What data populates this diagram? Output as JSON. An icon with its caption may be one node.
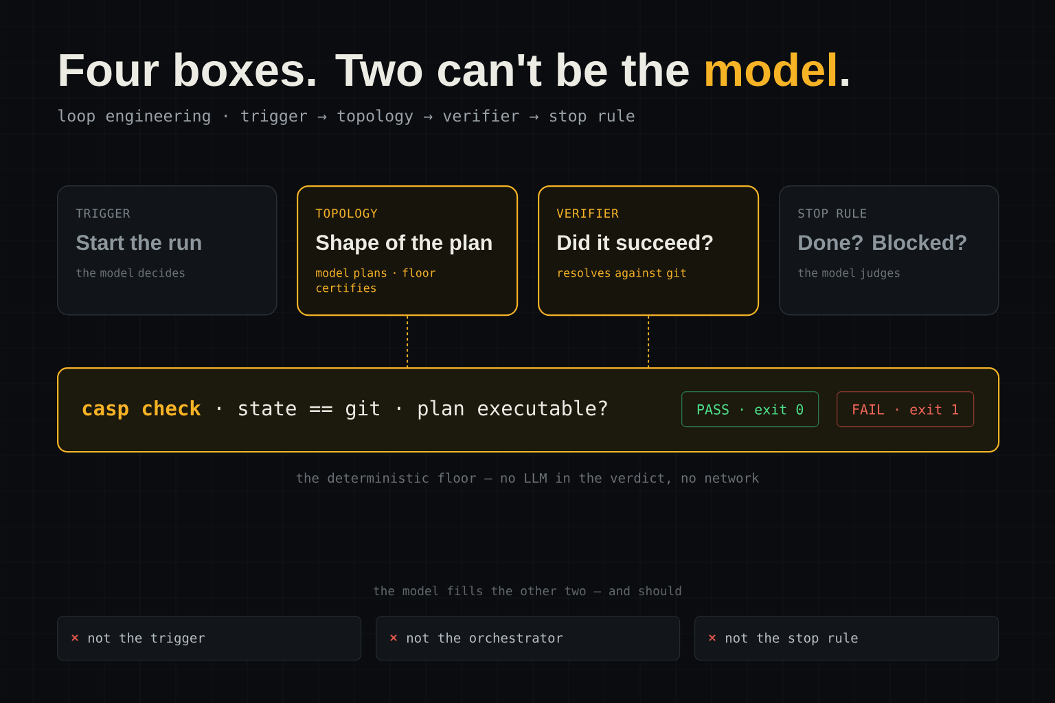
{
  "diagram": {
    "title": "Four boxes. Two can't be the **model**.",
    "nodes": [
      {
        "text": [
          "TRIGGER",
          "Start the run",
          "the model decides"
        ]
      },
      {
        "text": [
          "TOPOLOGY",
          "Shape of the plan",
          "model plans · floor certifies"
        ]
      },
      {
        "text": [
          "VERIFIER",
          "Did it succeed?",
          "resolves against git"
        ]
      },
      {
        "text": [
          "STOP RULE",
          "Done? Blocked?",
          "the model judges"
        ]
      },
      {
        "text": [
          "**casp check** · state == git · plan executable?"
        ],
        "beside": [
          "the deterministic floor — no LLM in the verdict, no network"
        ]
      },
      {
        "text": [
          "PASS · exit 0"
        ],
        "in": 4
      },
      {
        "text": [
          "FAIL · exit 1"
        ],
        "in": 4
      },
      {
        "text": [
          "not the trigger"
        ]
      },
      {
        "text": [
          "not the orchestrator"
        ]
      },
      {
        "text": [
          "not the stop rule"
        ]
      }
    ],
    "edges": [
      {
        "from": 1,
        "to": 4,
        "arrow": "none",
        "style": "dashed"
      },
      {
        "from": 2,
        "to": 4,
        "arrow": "none",
        "style": "dashed"
      }
    ],
    "labels": [
      "loop engineering · trigger → topology → verifier → stop rule",
      "the model fills the other two — and should"
    ]
  }
}
